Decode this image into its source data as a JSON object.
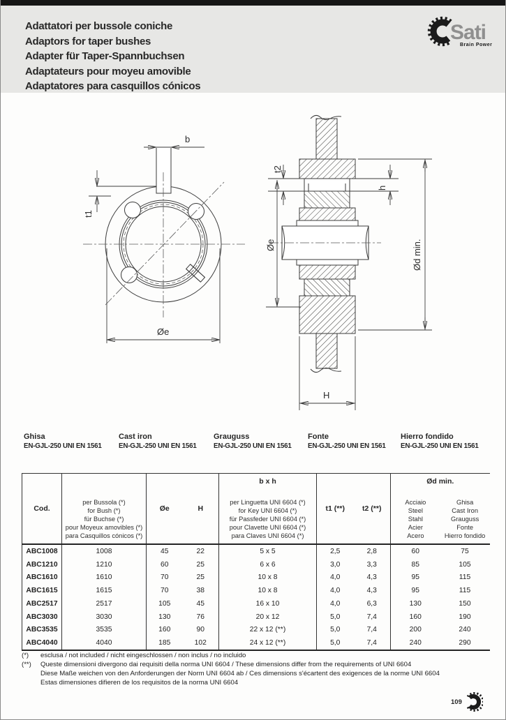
{
  "header": {
    "titles": [
      "Adattatori per bussole coniche",
      "Adaptors for taper bushes",
      "Adapter für Taper-Spannbuchsen",
      "Adaptateurs pour moyeu amovible",
      "Adaptatores para casquillos cónicos"
    ],
    "logo_text": "Sati",
    "logo_tagline": "Brain Power"
  },
  "diagram": {
    "labels": {
      "b": "b",
      "t1": "t1",
      "oe_front": "Øe",
      "t2": "t2",
      "h": "h",
      "oe_side": "Øe",
      "od_min": "Ød min.",
      "H": "H"
    }
  },
  "materials": [
    {
      "name": "Ghisa",
      "spec": "EN-GJL-250 UNI EN 1561"
    },
    {
      "name": "Cast iron",
      "spec": "EN-GJL-250 UNI EN 1561"
    },
    {
      "name": "Grauguss",
      "spec": "EN-GJL-250 UNI EN 1561"
    },
    {
      "name": "Fonte",
      "spec": "EN-GJL-250 UNI EN 1561"
    },
    {
      "name": "Hierro fondido",
      "spec": "EN-GJL-250 UNI EN 1561"
    }
  ],
  "table": {
    "headers": {
      "cod": "Cod.",
      "bush": [
        "per Bussola (*)",
        "for Bush (*)",
        "für Buchse (*)",
        "pour Moyeux amovibles (*)",
        "para Casquillos cónicos (*)"
      ],
      "oe": "Øe",
      "h": "H",
      "bxh_title": "b x h",
      "bxh": [
        "per Linguetta UNI 6604 (*)",
        "for Key UNI 6604 (*)",
        "für Passfeder UNI 6604 (*)",
        "pour Clavette UNI 6604 (*)",
        "para Claves UNI 6604 (*)"
      ],
      "t1": "t1 (**)",
      "t2": "t2 (**)",
      "od_title": "Ød min.",
      "od_steel": [
        "Acciaio",
        "Steel",
        "Stahl",
        "Acier",
        "Acero"
      ],
      "od_cast": [
        "Ghisa",
        "Cast Iron",
        "Grauguss",
        "Fonte",
        "Hierro fondido"
      ]
    },
    "rows": [
      [
        "ABC1008",
        "1008",
        "45",
        "22",
        "5 x 5",
        "2,5",
        "2,8",
        "60",
        "75"
      ],
      [
        "ABC1210",
        "1210",
        "60",
        "25",
        "6 x 6",
        "3,0",
        "3,3",
        "85",
        "105"
      ],
      [
        "ABC1610",
        "1610",
        "70",
        "25",
        "10 x 8",
        "4,0",
        "4,3",
        "95",
        "115"
      ],
      [
        "ABC1615",
        "1615",
        "70",
        "38",
        "10 x 8",
        "4,0",
        "4,3",
        "95",
        "115"
      ],
      [
        "ABC2517",
        "2517",
        "105",
        "45",
        "16 x 10",
        "4,0",
        "6,3",
        "130",
        "150"
      ],
      [
        "ABC3030",
        "3030",
        "130",
        "76",
        "20 x 12",
        "5,0",
        "7,4",
        "160",
        "190"
      ],
      [
        "ABC3535",
        "3535",
        "160",
        "90",
        "22 x 12 (**)",
        "5,0",
        "7,4",
        "200",
        "240"
      ],
      [
        "ABC4040",
        "4040",
        "185",
        "102",
        "24 x 12 (**)",
        "5,0",
        "7,4",
        "240",
        "290"
      ]
    ]
  },
  "footnotes": {
    "star_symbol": "(*)",
    "star_text": "esclusa / not included / nicht eingeschlossen / non inclus / no incluido",
    "dstar_symbol": "(**)",
    "dstar_line1": "Queste dimensioni divergono dai requisiti della norma UNI 6604 / These dimensions differ from the requirements of UNI 6604",
    "dstar_line2": "Diese Maße weichen von den Anforderungen der Norm UNI 6604 ab / Ces dimensions s'écartent des exigences de la norme UNI 6604",
    "dstar_line3": "Estas dimensiones difieren de los requisitos de la norma UNI 6604"
  },
  "page": {
    "number": "109"
  }
}
